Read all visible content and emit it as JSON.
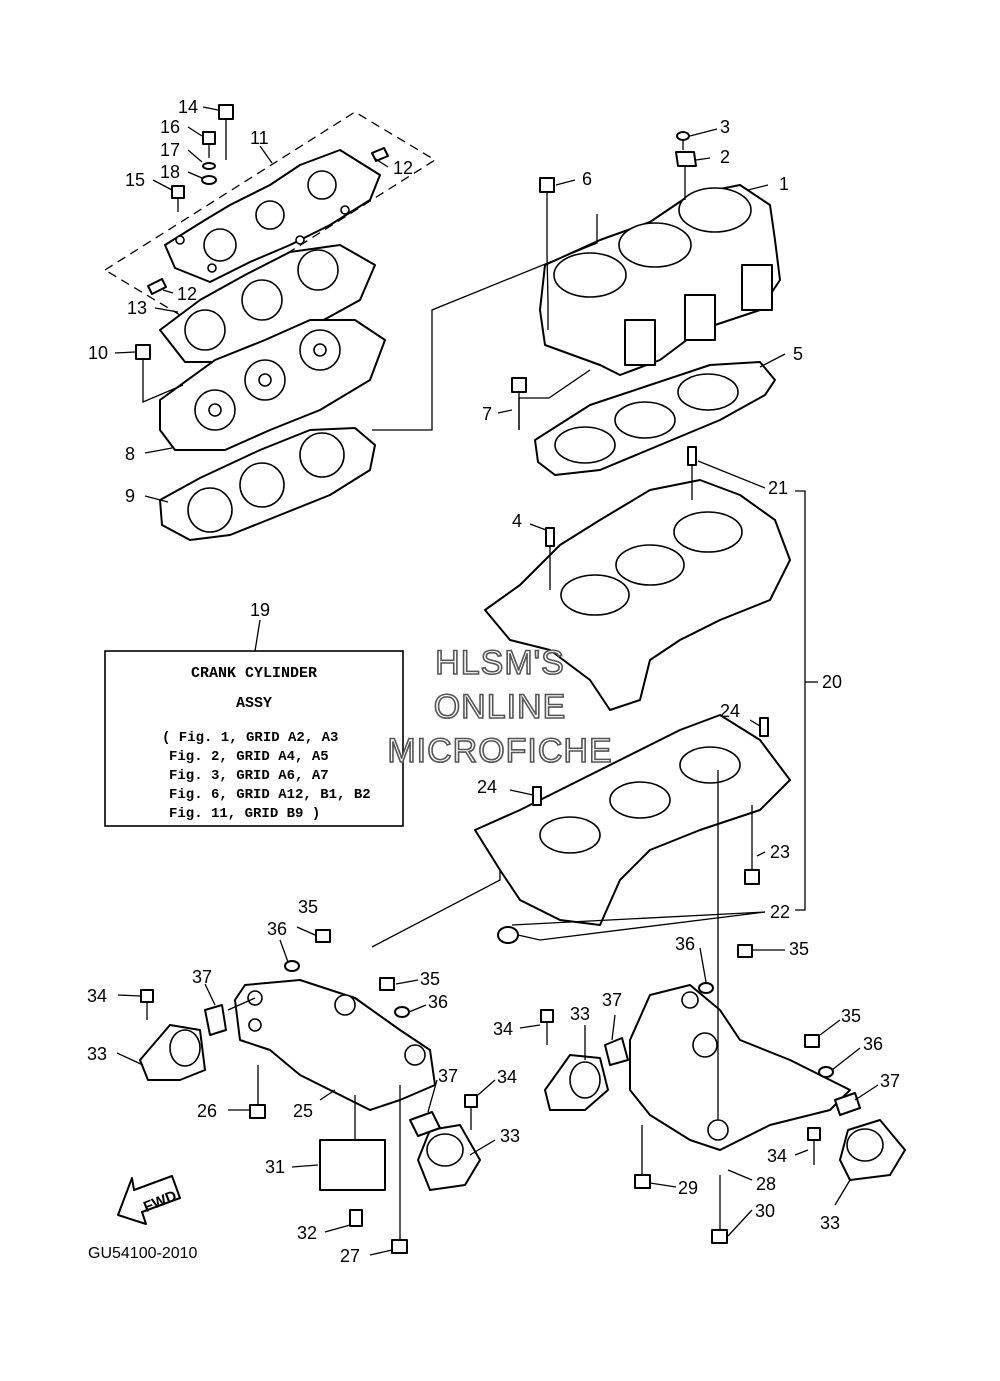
{
  "callouts": {
    "c1": "1",
    "c2": "2",
    "c3": "3",
    "c4": "4",
    "c5": "5",
    "c6": "6",
    "c7": "7",
    "c8": "8",
    "c9": "9",
    "c10": "10",
    "c11": "11",
    "c12a": "12",
    "c12b": "12",
    "c13": "13",
    "c14": "14",
    "c15": "15",
    "c16": "16",
    "c17": "17",
    "c18": "18",
    "c19": "19",
    "c20": "20",
    "c21": "21",
    "c22": "22",
    "c23": "23",
    "c24a": "24",
    "c24b": "24",
    "c25": "25",
    "c26": "26",
    "c27": "27",
    "c28": "28",
    "c29": "29",
    "c30": "30",
    "c31": "31",
    "c32": "32",
    "c33a": "33",
    "c33b": "33",
    "c33c": "33",
    "c33d": "33",
    "c34a": "34",
    "c34b": "34",
    "c34c": "34",
    "c34d": "34",
    "c35a": "35",
    "c35b": "35",
    "c35c": "35",
    "c35d": "35",
    "c36a": "36",
    "c36b": "36",
    "c36c": "36",
    "c36d": "36",
    "c37a": "37",
    "c37b": "37",
    "c37c": "37",
    "c37d": "37"
  },
  "assy_box": {
    "title_line1": "CRANK CYLINDER",
    "title_line2": "ASSY",
    "refs": [
      "( Fig. 1,  GRID A2, A3",
      "Fig. 2,  GRID A4, A5",
      "Fig. 3,  GRID A6, A7",
      "Fig. 6,  GRID A12, B1, B2",
      "Fig. 11, GRID B9 )"
    ]
  },
  "watermark": {
    "line1": "HLSM'S",
    "line2": "ONLINE",
    "line3": "MICROFICHE"
  },
  "fwd_label": "FWD",
  "diagram_code": "GU54100-2010"
}
